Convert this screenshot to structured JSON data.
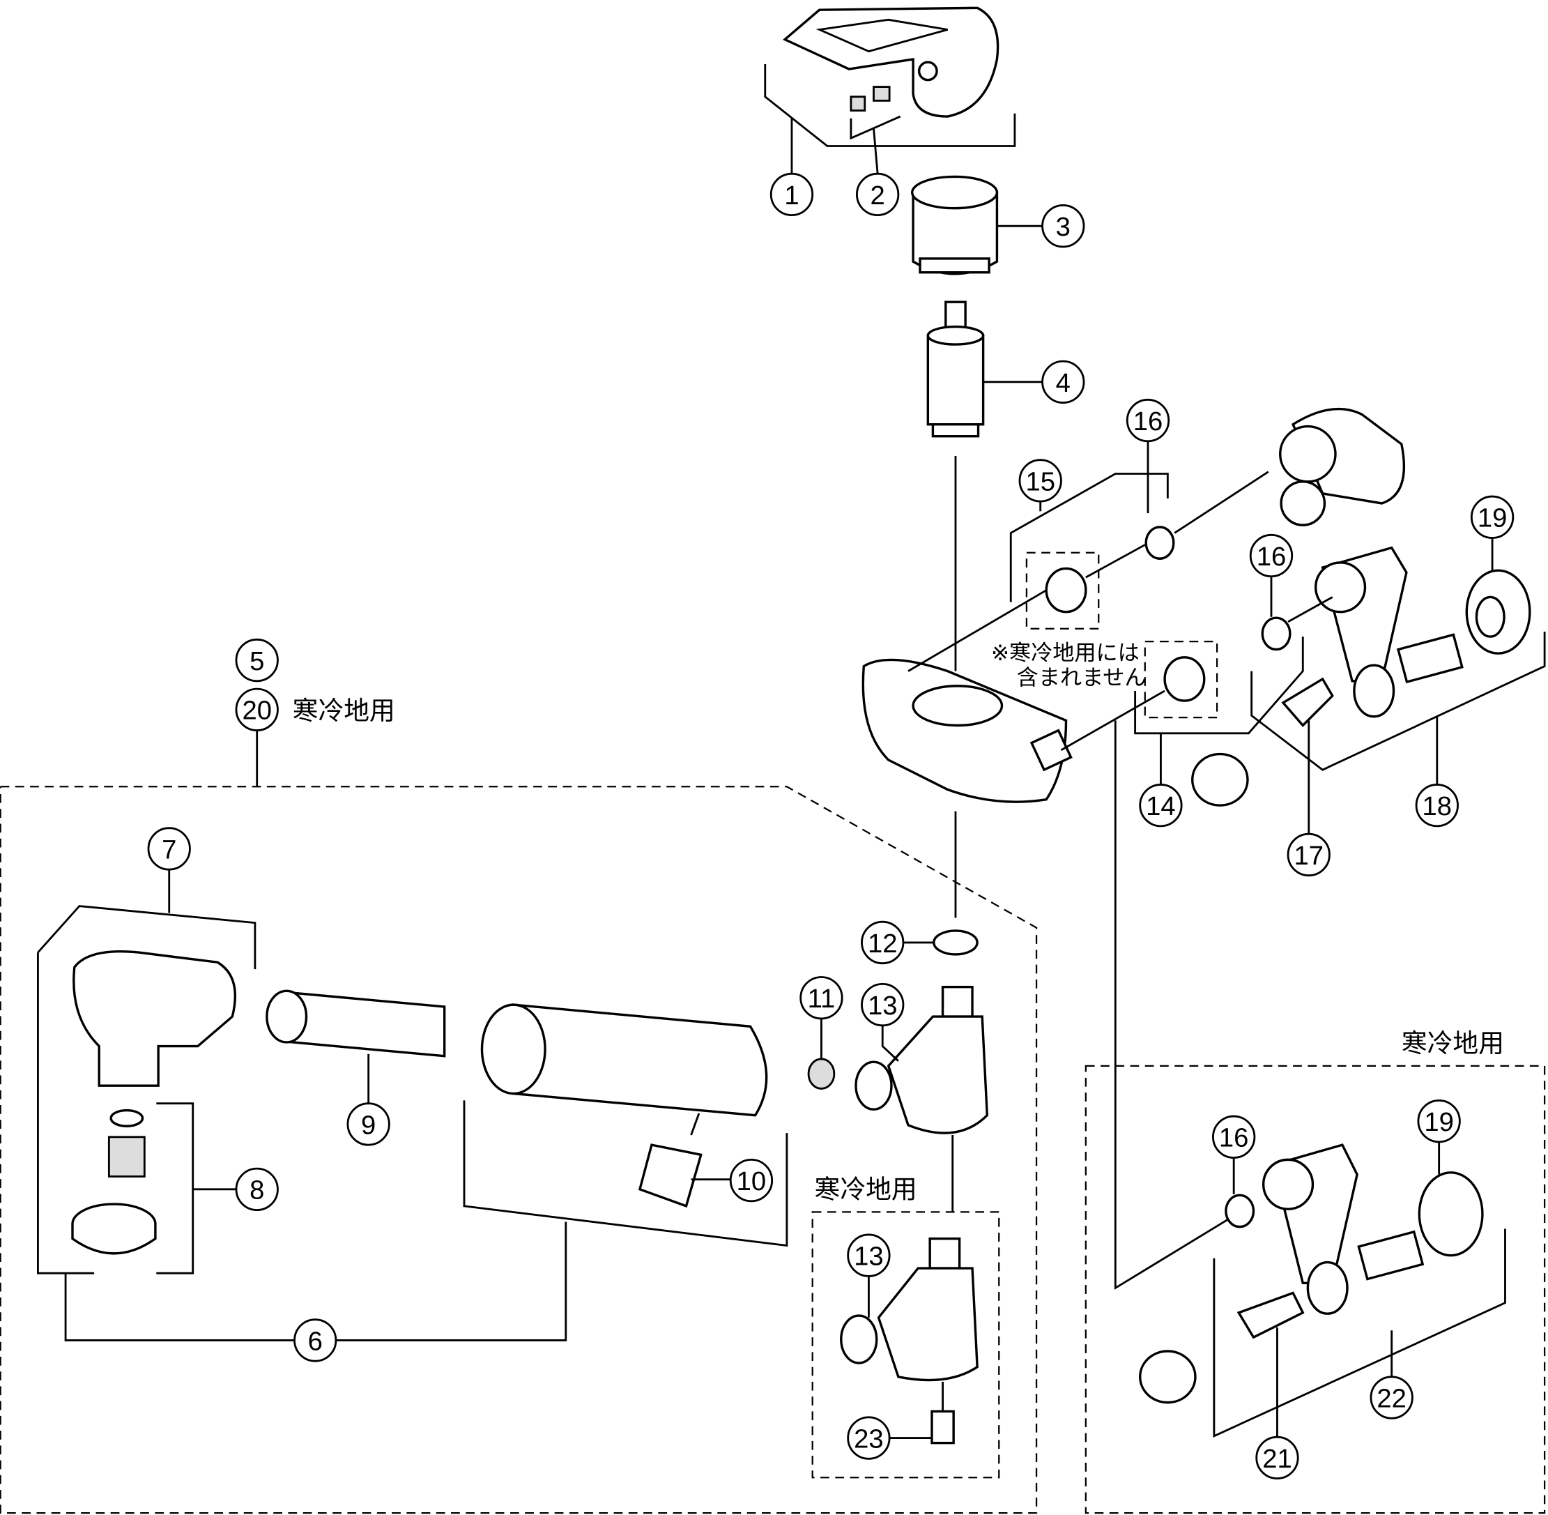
{
  "callouts": [
    "1",
    "2",
    "3",
    "4",
    "5",
    "6",
    "7",
    "8",
    "9",
    "10",
    "11",
    "12",
    "13",
    "14",
    "15",
    "16",
    "17",
    "18",
    "19",
    "20",
    "21",
    "22",
    "23"
  ],
  "notes": {
    "cold_region_20": "寒冷地用",
    "excluded_line1": "※寒冷地用には",
    "excluded_line2": "含まれません",
    "cold_region_box_center": "寒冷地用",
    "cold_region_box_right": "寒冷地用"
  }
}
